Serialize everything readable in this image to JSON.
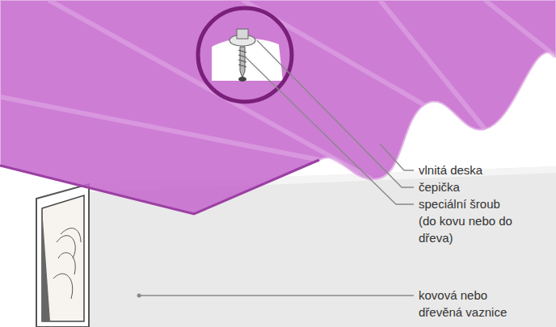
{
  "diagram": {
    "labels": [
      "vlnitá deska",
      "čepička",
      "speciální šroub (do kovu nebo do dřeva)",
      "kovová nebo dřevěná vaznice"
    ]
  }
}
